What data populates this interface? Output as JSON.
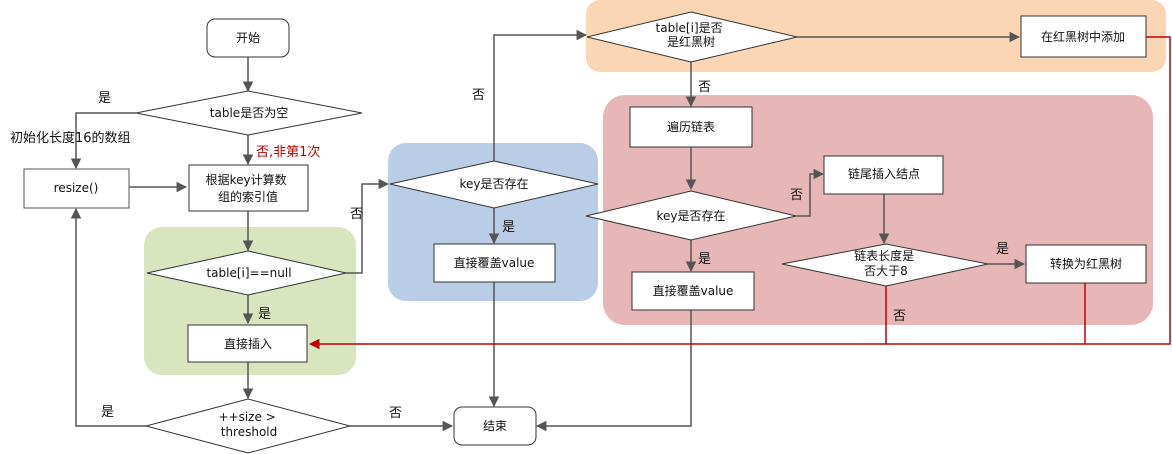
{
  "nodes": {
    "start": "开始",
    "table_empty": "table是否为空",
    "resize": "resize()",
    "init_array": "初始化长度16的数组",
    "compute_index": [
      "根据key计算数",
      "组的索引值"
    ],
    "table_null": "table[i]==null",
    "direct_insert": "直接插入",
    "size_check": [
      "++size >",
      "threshold"
    ],
    "end": "结束",
    "key_exists_1": "key是否存在",
    "overwrite_1": "直接覆盖value",
    "is_rbtree": [
      "table[i]是否",
      "是红黑树"
    ],
    "rbtree_add": "在红黑树中添加",
    "traverse_list": "遍历链表",
    "key_exists_2": "key是否存在",
    "overwrite_2": "直接覆盖value",
    "tail_insert": "链尾插入结点",
    "list_len_check": [
      "链表长度是",
      "否大于8"
    ],
    "convert_rbtree": "转换为红黑树"
  },
  "edge_labels": {
    "empty_yes": "是",
    "empty_no": "否,非第1次",
    "null_yes": "是",
    "null_no": "否",
    "exists1_yes": "是",
    "exists1_no": "否",
    "rbtree_no": "否",
    "exists2_yes": "是",
    "exists2_no": "否",
    "len_yes": "是",
    "len_no": "否",
    "size_yes": "是",
    "size_no": "否"
  },
  "colors": {
    "green_region": "#d9e5be",
    "blue_region": "#b9cde6",
    "orange_region": "#fbd6b4",
    "pink_region": "#e7b6b6",
    "red_line": "#c00000",
    "gray_line": "#555555"
  }
}
